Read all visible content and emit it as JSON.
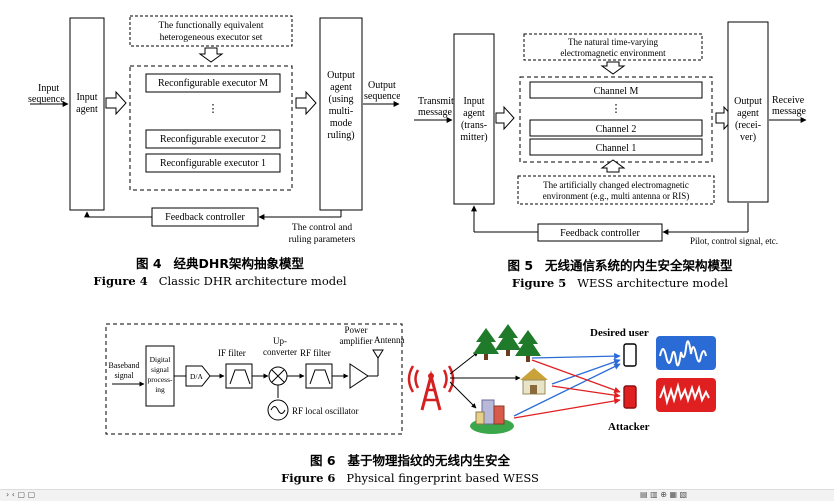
{
  "fig4": {
    "input_sequence": [
      "Input",
      "sequence"
    ],
    "input_agent": [
      "Input",
      "agent"
    ],
    "executor_set": [
      "The functionally equivalent",
      "heterogeneous executor set"
    ],
    "executors": [
      "Reconfigurable executor M",
      "⋮",
      "Reconfigurable executor 2",
      "Reconfigurable executor 1"
    ],
    "output_agent": [
      "Output",
      "agent",
      "(using",
      "multi-",
      "mode",
      "ruling)"
    ],
    "output_sequence": [
      "Output",
      "sequence"
    ],
    "feedback": "Feedback controller",
    "control": [
      "The control and",
      "ruling parameters"
    ],
    "caption_zh_num": "图 4",
    "caption_zh_text": "经典DHR架构抽象模型",
    "caption_en_num": "Figure 4",
    "caption_en_text": "Classic DHR architecture model"
  },
  "fig5": {
    "transmit": [
      "Transmit",
      "message"
    ],
    "input_agent": [
      "Input",
      "agent",
      "(trans-",
      "mitter)"
    ],
    "natural_env": [
      "The natural time-varying",
      "electromagnetic environment"
    ],
    "channels": [
      "Channel M",
      "⋮",
      "Channel 2",
      "Channel 1"
    ],
    "artificial_env": [
      "The artificially changed electromagnetic",
      "environment (e.g., multi antenna or RIS)"
    ],
    "output_agent": [
      "Output",
      "agent",
      "(recei-",
      "ver)"
    ],
    "receive": [
      "Receive",
      "message"
    ],
    "feedback": "Feedback controller",
    "pilot": "Pilot, control signal, etc.",
    "caption_zh_num": "图 5",
    "caption_zh_text": "无线通信系统的内生安全架构模型",
    "caption_en_num": "Figure 5",
    "caption_en_text": "WESS architecture model"
  },
  "fig6": {
    "baseband": [
      "Baseband",
      "signal"
    ],
    "dsp": [
      "Digital",
      "signal",
      "process-",
      "ing"
    ],
    "da": "D/A",
    "if_filter": "IF filter",
    "upconverter": [
      "Up-",
      "converter"
    ],
    "rf_filter": "RF filter",
    "power_amp": [
      "Power",
      "amplifier"
    ],
    "antenna": "Antenna",
    "rf_lo": "RF local oscillator",
    "desired_user": "Desired user",
    "attacker": "Attacker",
    "caption_zh_num": "图 6",
    "caption_zh_text": "基于物理指纹的无线内生安全",
    "caption_en_num": "Figure 6",
    "caption_en_text": "Physical fingerprint based WESS"
  },
  "colors": {
    "desired_wave": "#2a6bd6",
    "attacker_wave": "#e02020",
    "tree": "#1f7a2a",
    "tower": "#d42020"
  }
}
